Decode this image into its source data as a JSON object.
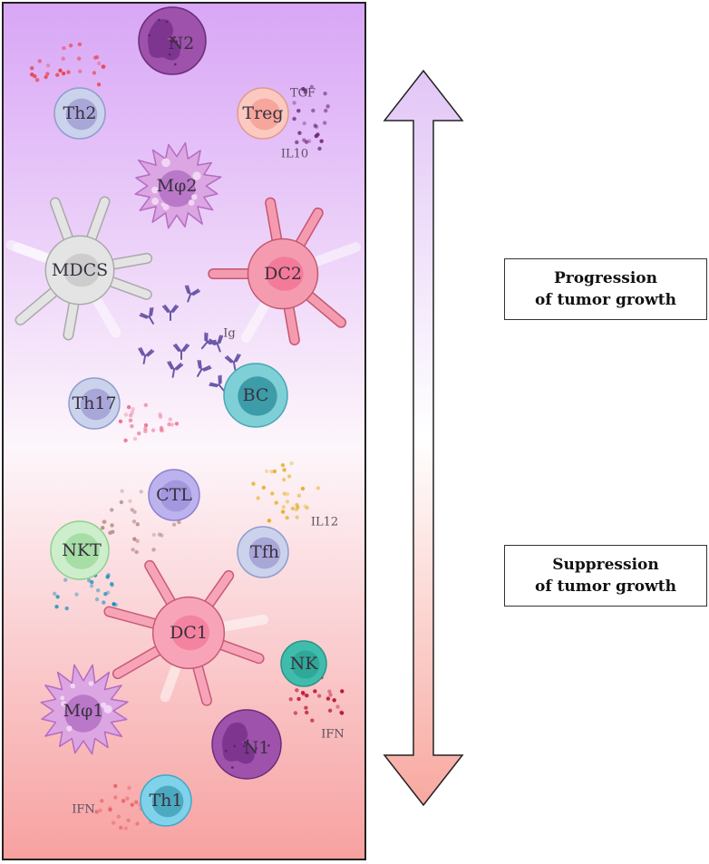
{
  "cells": {
    "n2": "N2",
    "th2": "Th2",
    "treg": "Treg",
    "mphi2": "Mφ2",
    "mdcs": "MDCS",
    "dc2": "DC2",
    "bc": "BC",
    "th17": "Th17",
    "ctl": "CTL",
    "nkt": "NKT",
    "tfh": "Tfh",
    "dc1": "DC1",
    "nk": "NK",
    "mphi1": "Mφ1",
    "n1": "N1",
    "th1": "Th1"
  },
  "cytokines": {
    "tgf": "TGF",
    "il10": "IL10",
    "ig": "Ig",
    "il12": "IL12",
    "ifn_nk": "IFN",
    "ifn_th1": "IFN"
  },
  "legend": {
    "progression": {
      "line1": "Progression",
      "line2": "of tumor growth"
    },
    "suppression": {
      "line1": "Suppression",
      "line2": "of tumor growth"
    }
  },
  "colors": {
    "panel_top": "#d8a6f6",
    "panel_mid": "#fdf6fb",
    "panel_bottom": "#f7a1a0",
    "arrow_top": "#e2c6f6",
    "arrow_bottom": "#f8a8a0"
  },
  "icons": [
    "double-headed-arrow-icon",
    "antibody-icon"
  ]
}
